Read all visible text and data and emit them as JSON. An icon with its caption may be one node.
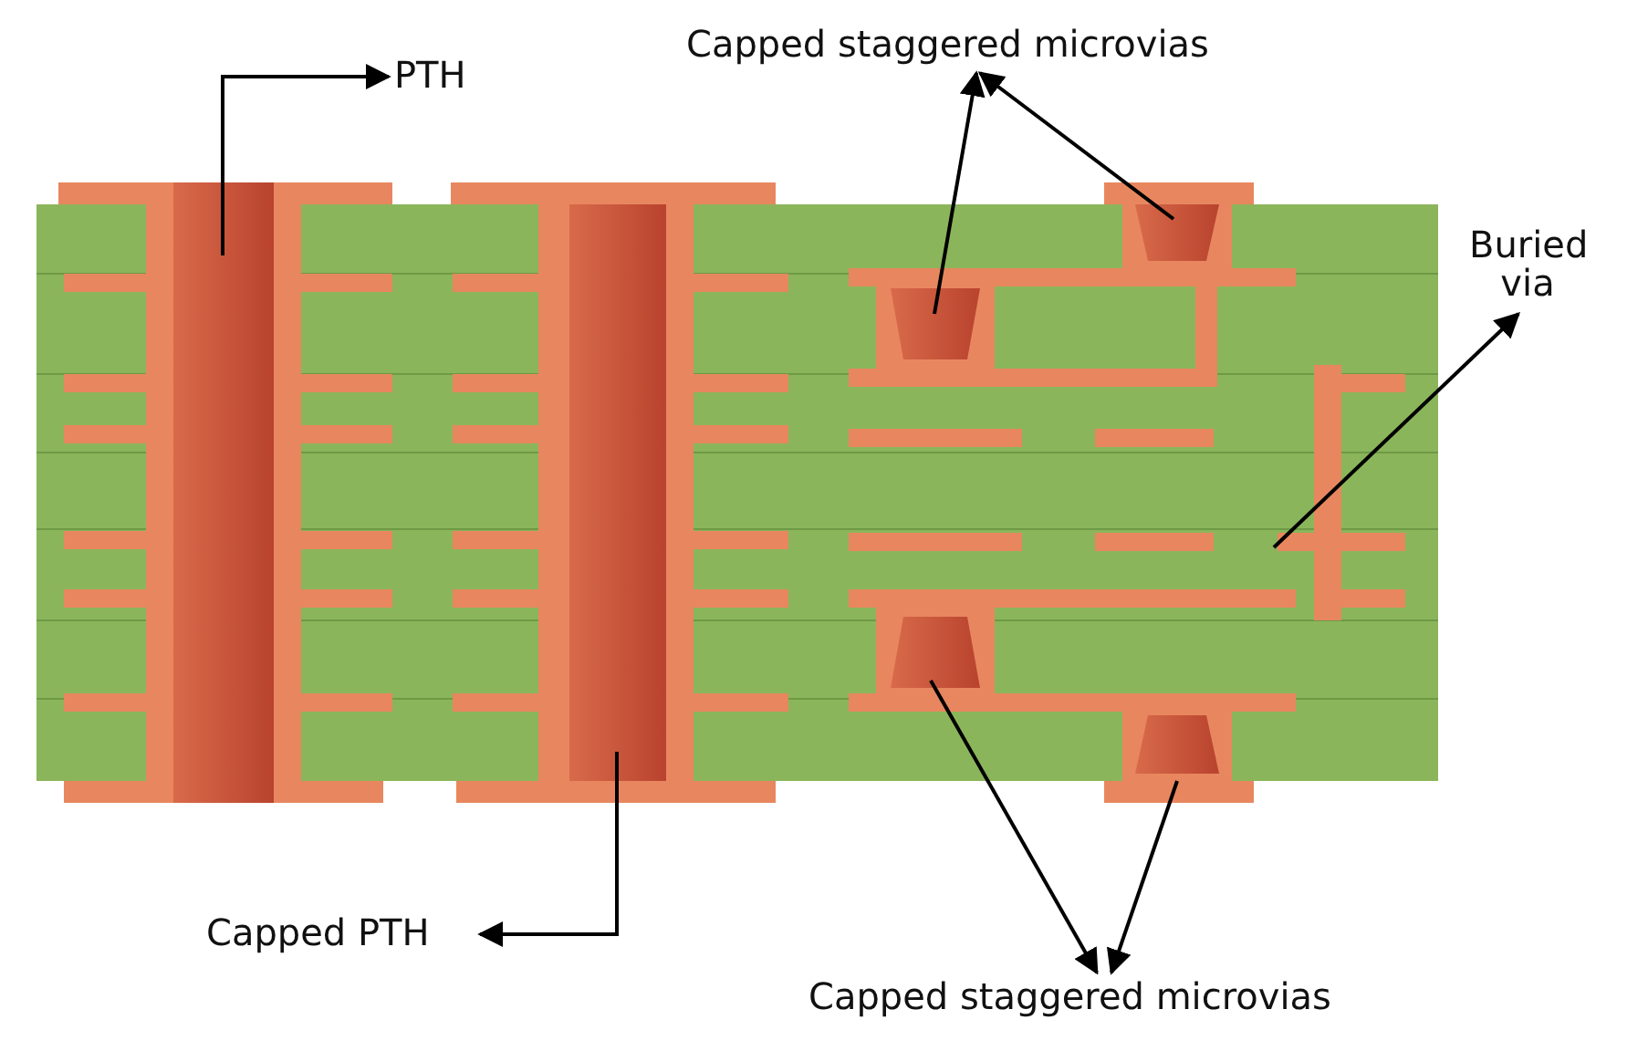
{
  "diagram": {
    "nodes": [
      {
        "text": [
          "PTH"
        ]
      },
      {
        "text": [
          "Capped staggered microvias"
        ]
      },
      {
        "text": [
          "Buried via"
        ]
      },
      {
        "text": [
          "Capped PTH"
        ]
      },
      {
        "text": [
          "Capped staggered microvias"
        ]
      },
      {
        "text": [],
        "shape": "bar"
      },
      {
        "text": [],
        "shape": "bar"
      },
      {
        "text": [],
        "shape": "trapezoid"
      },
      {
        "text": [],
        "shape": "trapezoid"
      },
      {
        "text": [],
        "shape": "trapezoid"
      },
      {
        "text": [],
        "shape": "trapezoid"
      },
      {
        "text": [],
        "shape": "bar"
      }
    ],
    "edges": [
      {
        "from": 5,
        "to": 0,
        "arrow": "to"
      },
      {
        "from": 7,
        "to": 1,
        "arrow": "to"
      },
      {
        "from": 8,
        "to": 1,
        "arrow": "to"
      },
      {
        "from": 11,
        "to": 2,
        "arrow": "to"
      },
      {
        "from": 6,
        "to": 3,
        "arrow": "to"
      },
      {
        "from": 9,
        "to": 4,
        "arrow": "to"
      },
      {
        "from": 10,
        "to": 4,
        "arrow": "to"
      }
    ]
  }
}
